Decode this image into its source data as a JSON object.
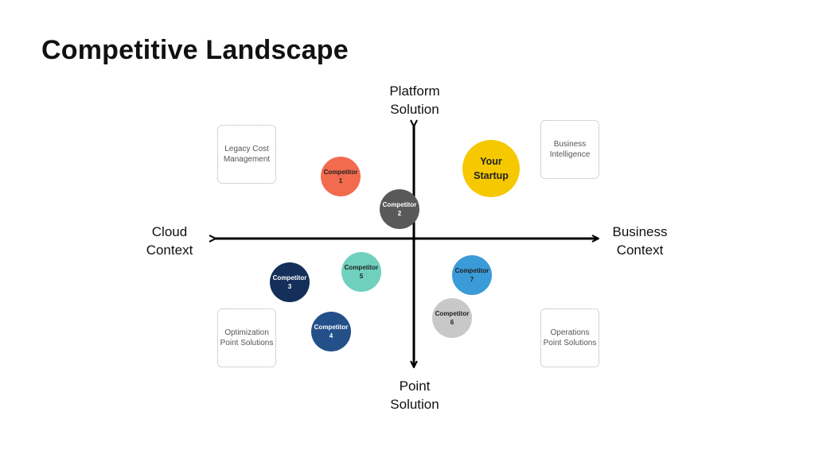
{
  "title": "Competitive Landscape",
  "axes": {
    "top": [
      "Platform",
      "Solution"
    ],
    "bottom": [
      "Point",
      "Solution"
    ],
    "left": [
      "Cloud",
      "Context"
    ],
    "right": [
      "Business",
      "Context"
    ]
  },
  "quadrant_boxes": {
    "top_left": [
      "Legacy Cost",
      "Management"
    ],
    "top_right": [
      "Business",
      "Intelligence"
    ],
    "bottom_left": [
      "Optimization",
      "Point Solutions"
    ],
    "bottom_right": [
      "Operations",
      "Point Solutions"
    ]
  },
  "bubbles": [
    {
      "id": "competitor-1",
      "lines": [
        "Competitor",
        "1"
      ],
      "color": "#f26b4f",
      "text_color": "#222222"
    },
    {
      "id": "competitor-2",
      "lines": [
        "Competitor",
        "2"
      ],
      "color": "#595959",
      "text_color": "#ffffff"
    },
    {
      "id": "competitor-3",
      "lines": [
        "Competitor",
        "3"
      ],
      "color": "#14305a",
      "text_color": "#ffffff"
    },
    {
      "id": "competitor-4",
      "lines": [
        "Competitor",
        "4"
      ],
      "color": "#24508a",
      "text_color": "#ffffff"
    },
    {
      "id": "competitor-5",
      "lines": [
        "Competitor",
        "5"
      ],
      "color": "#6fd1bd",
      "text_color": "#222222"
    },
    {
      "id": "competitor-6",
      "lines": [
        "Competitor",
        "6"
      ],
      "color": "#c8c8c8",
      "text_color": "#222222"
    },
    {
      "id": "competitor-7",
      "lines": [
        "Competitor",
        "7"
      ],
      "color": "#3b9ad8",
      "text_color": "#222222"
    },
    {
      "id": "your-startup",
      "lines": [
        "Your",
        "Startup"
      ],
      "color": "#f5c800",
      "text_color": "#222222"
    }
  ]
}
